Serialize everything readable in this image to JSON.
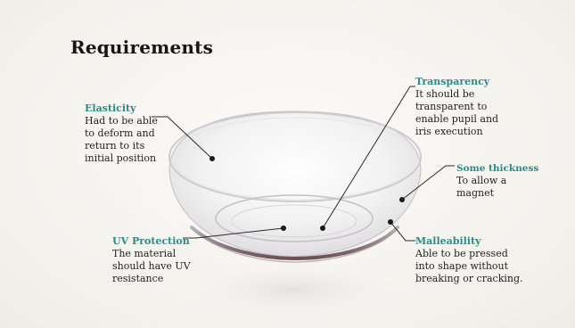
{
  "slide": {
    "title": "Requirements",
    "annotations": [
      {
        "id": "elasticity",
        "heading": "Elasticity",
        "body": "Had to be able\nto deform and\nreturn to its\ninitial position"
      },
      {
        "id": "transparency",
        "heading": "Transparency",
        "body": "It should be\ntransparent to\nenable pupil and\niris execution"
      },
      {
        "id": "thickness",
        "heading": "Some thickness",
        "body": "To allow a\nmagnet"
      },
      {
        "id": "uv",
        "heading": "UV Protection",
        "body": "The material\nshould have  UV\nresistance"
      },
      {
        "id": "malleability",
        "heading": "Malleability",
        "body": "Able to be pressed\ninto shape without\nbreaking or cracking."
      }
    ],
    "colors": {
      "heading_accent": "#2e8a86",
      "lens_rim": "#7a5560"
    },
    "image": "contact-lens-photo"
  }
}
